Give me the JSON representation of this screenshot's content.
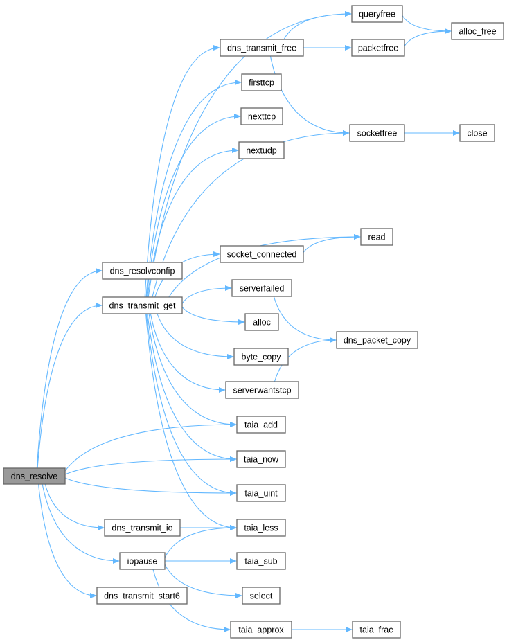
{
  "graph": {
    "colors": {
      "edge": "#63b8ff",
      "node_border": "#666666",
      "root_fill": "#999999",
      "node_fill": "#ffffff"
    },
    "root": "dns_resolve",
    "nodes": [
      "dns_resolve",
      "dns_resolvconfip",
      "dns_transmit_get",
      "dns_transmit_io",
      "iopause",
      "dns_transmit_start6",
      "queryfree",
      "dns_transmit_free",
      "packetfree",
      "alloc_free",
      "firsttcp",
      "nexttcp",
      "nextudp",
      "socketfree",
      "close",
      "read",
      "socket_connected",
      "serverfailed",
      "alloc",
      "dns_packet_copy",
      "byte_copy",
      "serverwantstcp",
      "taia_add",
      "taia_now",
      "taia_uint",
      "taia_less",
      "taia_sub",
      "select",
      "taia_approx",
      "taia_frac"
    ],
    "edges": [
      [
        "dns_resolve",
        "dns_resolvconfip"
      ],
      [
        "dns_resolve",
        "dns_transmit_get"
      ],
      [
        "dns_resolve",
        "taia_add"
      ],
      [
        "dns_resolve",
        "taia_now"
      ],
      [
        "dns_resolve",
        "taia_uint"
      ],
      [
        "dns_resolve",
        "dns_transmit_io"
      ],
      [
        "dns_resolve",
        "iopause"
      ],
      [
        "dns_resolve",
        "dns_transmit_start6"
      ],
      [
        "dns_transmit_get",
        "queryfree"
      ],
      [
        "dns_transmit_get",
        "dns_transmit_free"
      ],
      [
        "dns_transmit_get",
        "firsttcp"
      ],
      [
        "dns_transmit_get",
        "nexttcp"
      ],
      [
        "dns_transmit_get",
        "nextudp"
      ],
      [
        "dns_transmit_get",
        "socketfree"
      ],
      [
        "dns_transmit_get",
        "read"
      ],
      [
        "dns_transmit_get",
        "socket_connected"
      ],
      [
        "dns_transmit_get",
        "serverfailed"
      ],
      [
        "dns_transmit_get",
        "alloc"
      ],
      [
        "dns_transmit_get",
        "byte_copy"
      ],
      [
        "dns_transmit_get",
        "serverwantstcp"
      ],
      [
        "dns_transmit_get",
        "taia_add"
      ],
      [
        "dns_transmit_get",
        "taia_now"
      ],
      [
        "dns_transmit_get",
        "taia_uint"
      ],
      [
        "dns_transmit_get",
        "taia_less"
      ],
      [
        "dns_transmit_free",
        "queryfree"
      ],
      [
        "dns_transmit_free",
        "packetfree"
      ],
      [
        "dns_transmit_free",
        "socketfree"
      ],
      [
        "queryfree",
        "alloc_free"
      ],
      [
        "packetfree",
        "alloc_free"
      ],
      [
        "socketfree",
        "close"
      ],
      [
        "socket_connected",
        "read"
      ],
      [
        "serverfailed",
        "dns_packet_copy"
      ],
      [
        "serverwantstcp",
        "dns_packet_copy"
      ],
      [
        "dns_transmit_io",
        "taia_less"
      ],
      [
        "iopause",
        "taia_less"
      ],
      [
        "iopause",
        "taia_sub"
      ],
      [
        "iopause",
        "select"
      ],
      [
        "iopause",
        "taia_approx"
      ],
      [
        "taia_approx",
        "taia_frac"
      ]
    ]
  }
}
